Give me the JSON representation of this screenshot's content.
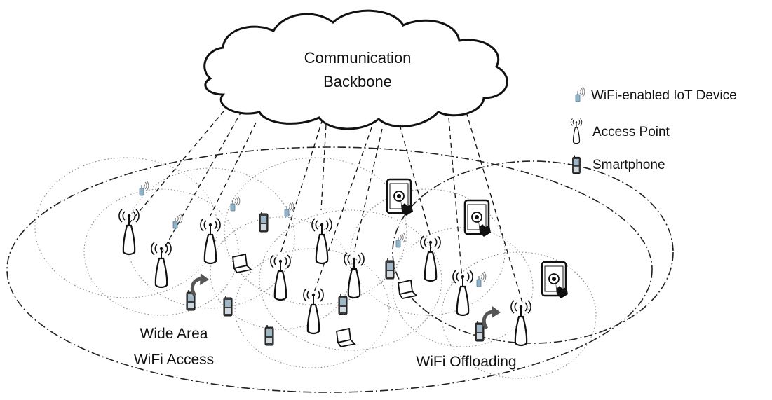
{
  "cloud": {
    "line1": "Communication",
    "line2": "Backbone"
  },
  "labels": {
    "wide_area_line1": "Wide Area",
    "wide_area_line2": "WiFi Access",
    "offloading": "WiFi Offloading"
  },
  "legend": {
    "iot": "WiFi-enabled IoT Device",
    "ap": "Access Point",
    "phone": "Smartphone"
  },
  "icons": {
    "access_point": "access-point-icon",
    "iot_device": "iot-device-icon",
    "smartphone": "smartphone-icon",
    "tablet": "tablet-touch-icon",
    "laptop": "laptop-icon",
    "handover": "curved-arrow-icon"
  },
  "colors": {
    "line": "#111111",
    "iot_body": "#8fb3c8",
    "phone_screen": "#9fb6c6"
  }
}
